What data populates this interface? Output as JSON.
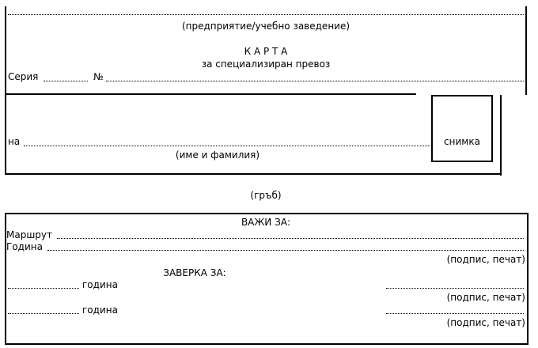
{
  "front": {
    "org_caption": "(предприятие/учебно заведение)",
    "card_title": "К А Р Т А",
    "card_subtitle": "за специализиран превоз",
    "series_label": "Серия",
    "number_label": "№",
    "to_label": "на",
    "name_caption": "(име и фамилия)",
    "photo_label": "снимка"
  },
  "back_caption": "(гръб)",
  "back": {
    "valid_for": "ВАЖИ ЗА:",
    "route_label": "Маршрут",
    "year_label": "Година",
    "signature_caption": "(подпис, печат)",
    "certification": "ЗАВЕРКА ЗА:",
    "year_word": "година"
  }
}
